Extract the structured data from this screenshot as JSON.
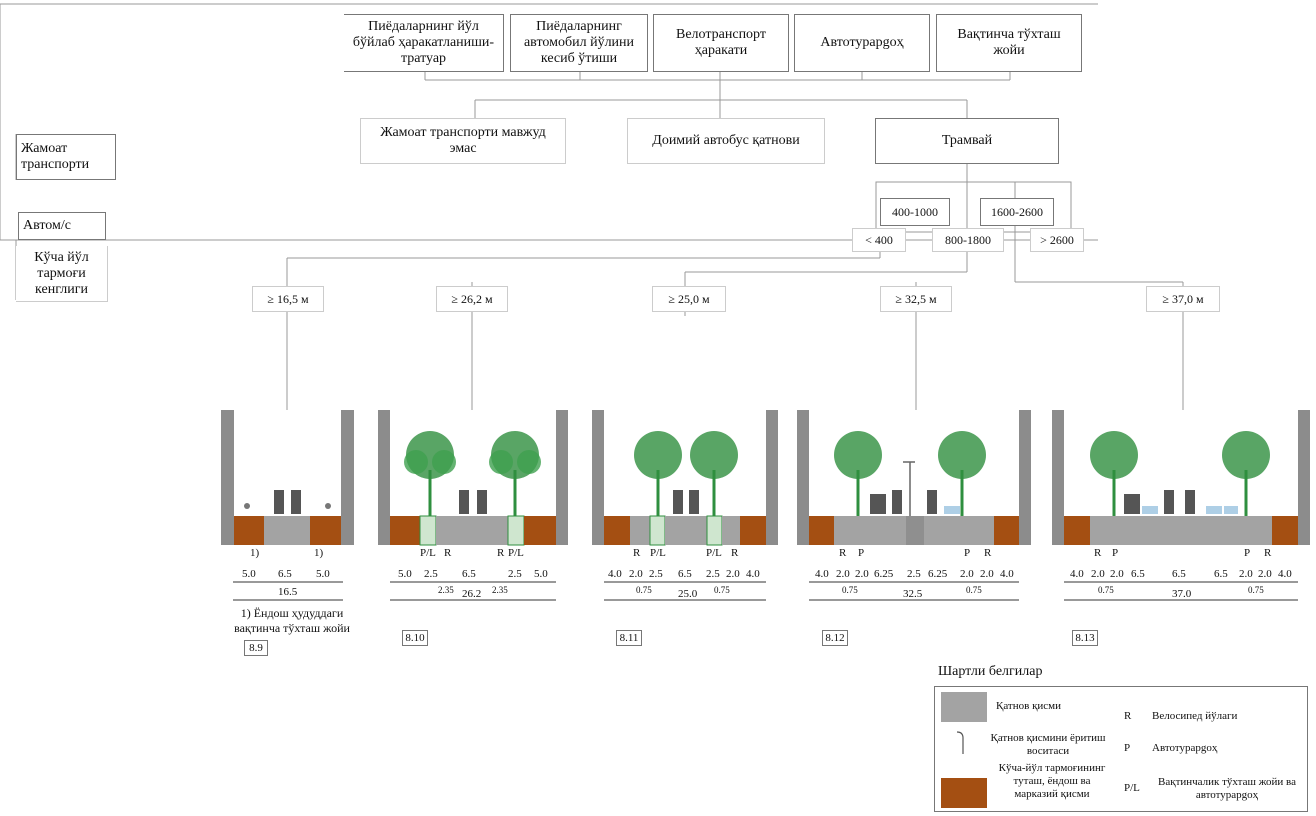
{
  "top_categories": [
    "Пиёдаларнинг йўл бўйлаб ҳаракатланиши-тратуар",
    "Пиёдаларнинг автомобил йўлини кесиб ўтиши",
    "Велотранспорт ҳаракати",
    "Автотурарgоҳ",
    "Вақтинча тўхташ жойи"
  ],
  "side_labels": {
    "public_transport": "Жамоат транспорти",
    "auto": "Автом/с",
    "street_width": "Кўча йўл тармоғи кенглиги"
  },
  "transport_options": [
    "Жамоат транспорти мавжуд эмас",
    "Доимий автобус қатнови",
    "Трамвай"
  ],
  "traffic_ranges": {
    "r1": "400-1000",
    "r2": "1600-2600",
    "r3": "< 400",
    "r4": "800-1800",
    "r5": "> 2600"
  },
  "width_thresholds": [
    "≥ 16,5 м",
    "≥ 26,2 м",
    "≥ 25,0 м",
    "≥ 32,5 м",
    "≥ 37,0 м"
  ],
  "sections": [
    {
      "id": "8.9",
      "markers": [
        "1)",
        "1)"
      ],
      "dims": [
        "5.0",
        "6.5",
        "5.0"
      ],
      "subdims": [],
      "total": "16.5",
      "note": "1) Ёндош ҳудуддаги вақтинча тўхташ жойи"
    },
    {
      "id": "8.10",
      "markers": [
        "P/L",
        "R",
        "R",
        "P/L"
      ],
      "dims": [
        "5.0",
        "2.5",
        "6.5",
        "2.5",
        "5.0"
      ],
      "subdims": [
        "2.35",
        "2.35"
      ],
      "total": "26.2"
    },
    {
      "id": "8.11",
      "markers": [
        "R",
        "P/L",
        "P/L",
        "R"
      ],
      "dims": [
        "4.0",
        "2.0",
        "2.5",
        "6.5",
        "2.5",
        "2.0",
        "4.0"
      ],
      "subdims": [
        "0.75",
        "0.75"
      ],
      "total": "25.0"
    },
    {
      "id": "8.12",
      "markers": [
        "R",
        "P",
        "P",
        "R"
      ],
      "dims": [
        "4.0",
        "2.0",
        "2.0",
        "6.25",
        "2.5",
        "6.25",
        "2.0",
        "2.0",
        "4.0"
      ],
      "subdims": [
        "0.75",
        "0.75"
      ],
      "total": "32.5"
    },
    {
      "id": "8.13",
      "markers": [
        "R",
        "P",
        "P",
        "R"
      ],
      "dims": [
        "4.0",
        "2.0",
        "2.0",
        "6.5",
        "6.5",
        "6.5",
        "2.0",
        "2.0",
        "4.0"
      ],
      "subdims": [
        "0.75",
        "0.75"
      ],
      "total": "37.0"
    }
  ],
  "legend": {
    "title": "Шартли белгилар",
    "carriageway": "Қатнов қисми",
    "crossing": "Қатнов қисмини ёритиш воситаси",
    "street_part": "Кўча-йўл тармоғининг туташ, ёндош ва марказий қисми",
    "r_symbol": "R",
    "r_text": "Велосипед йўлаги",
    "p_symbol": "P",
    "p_text": "Автотурарgоҳ",
    "pl_symbol": "P/L",
    "pl_text": "Вақтинчалик тўхташ жойи ва автотурарgоҳ"
  },
  "colors": {
    "carriageway": "#a3a3a3",
    "brown": "#a44f12",
    "wall": "#8c8c8c",
    "tree": "#2f8f3f",
    "green_strip": "#cfe6cf"
  }
}
